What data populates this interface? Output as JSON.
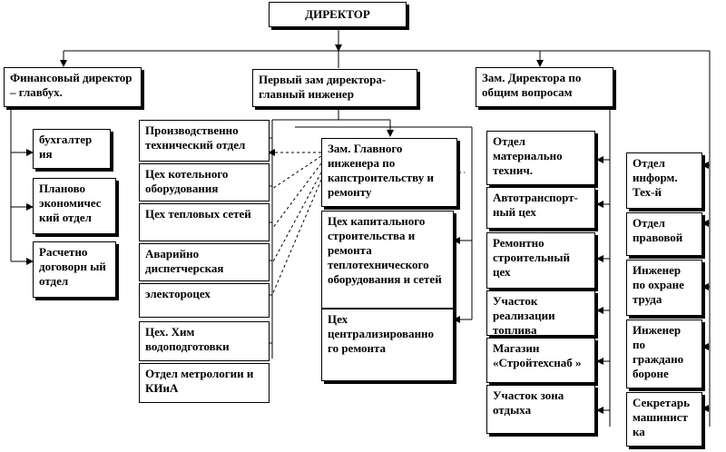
{
  "director": "ДИРЕКТОР",
  "finance": {
    "head": "Финансовый директор – главбух.",
    "units": [
      "бухгалтер ия",
      "Планово экономичес кий отдел",
      "Расчетно договорн ый отдел"
    ]
  },
  "chief_engineer": {
    "head": "Первый зам директора-главный инженер",
    "units": [
      "Производственно технический отдел",
      "Цех котельного оборудования",
      "Цех тепловых сетей",
      "Аварийно диспетчерская",
      "электороцех",
      "Цех. Хим водоподготовки",
      "Отдел метрологии и КИиА"
    ],
    "deputy": "Зам. Главного инженера по капстроительству и ремонту",
    "deputy_units": [
      "Цех капитального строительства и ремонта теплотехнического оборудования и сетей",
      "Цех централизированно го ремонта"
    ]
  },
  "general": {
    "head": "Зам. Директора по общим вопросам",
    "units_mid": [
      "Отдел материально технич.",
      "Автотранспорт-ный цех",
      "Ремонтно строительный цех",
      "Участок реализации топлива",
      "Магазин «Стройтехснаб »",
      "Участок зона отдыха"
    ],
    "units_right": [
      "Отдел информ. Тех-й",
      "Отдел правовой",
      "Инженер по охране труда",
      "Инженер по граждано бороне",
      "Секретарь машинист ка"
    ]
  }
}
